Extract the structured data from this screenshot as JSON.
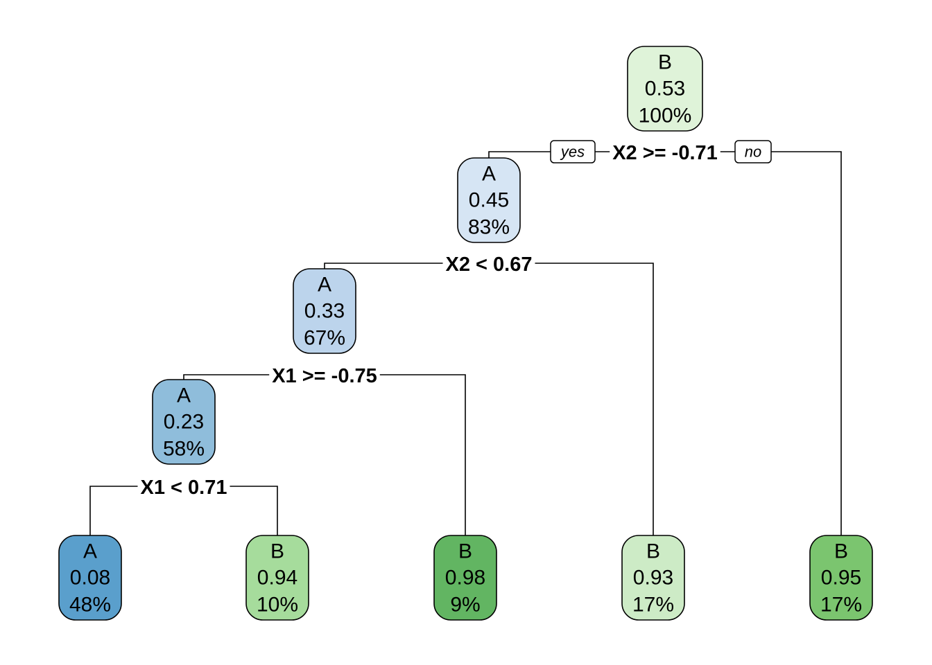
{
  "tree": {
    "nodes": [
      {
        "id": "root",
        "class": "B",
        "prob": "0.53",
        "pct": "100%",
        "color": "#dff3d9"
      },
      {
        "id": "n2",
        "class": "A",
        "prob": "0.45",
        "pct": "83%",
        "color": "#d6e5f4"
      },
      {
        "id": "n3",
        "class": "A",
        "prob": "0.33",
        "pct": "67%",
        "color": "#bcd4ec"
      },
      {
        "id": "n4",
        "class": "A",
        "prob": "0.23",
        "pct": "58%",
        "color": "#8fbddb"
      },
      {
        "id": "leaf1",
        "class": "A",
        "prob": "0.08",
        "pct": "48%",
        "color": "#5a9fcc"
      },
      {
        "id": "leaf2",
        "class": "B",
        "prob": "0.94",
        "pct": "10%",
        "color": "#a6dc9c"
      },
      {
        "id": "leaf3",
        "class": "B",
        "prob": "0.98",
        "pct": "9%",
        "color": "#62b562"
      },
      {
        "id": "leaf4",
        "class": "B",
        "prob": "0.93",
        "pct": "17%",
        "color": "#cdebc6"
      },
      {
        "id": "leaf5",
        "class": "B",
        "prob": "0.95",
        "pct": "17%",
        "color": "#7bc56f"
      }
    ],
    "splits": [
      {
        "node": "root",
        "label": "X2 >= -0.71",
        "left": "n2",
        "right": "leaf5"
      },
      {
        "node": "n2",
        "label": "X2 < 0.67",
        "left": "n3",
        "right": "leaf4"
      },
      {
        "node": "n3",
        "label": "X1 >= -0.75",
        "left": "n4",
        "right": "leaf3"
      },
      {
        "node": "n4",
        "label": "X1 < 0.71",
        "left": "leaf1",
        "right": "leaf2"
      }
    ],
    "yes_label": "yes",
    "no_label": "no"
  }
}
